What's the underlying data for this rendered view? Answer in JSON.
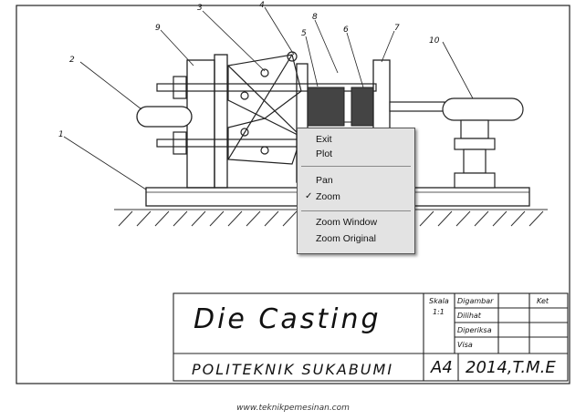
{
  "context_menu": {
    "items": [
      {
        "label": "Exit",
        "checked": false
      },
      {
        "label": "Plot",
        "checked": false
      },
      {
        "label": "Pan",
        "checked": false
      },
      {
        "label": "Zoom",
        "checked": true
      },
      {
        "label": "Zoom Window",
        "checked": false
      },
      {
        "label": "Zoom Original",
        "checked": false
      }
    ],
    "check_glyph": "✓"
  },
  "part_numbers": [
    "1",
    "2",
    "3",
    "4",
    "5",
    "6",
    "7",
    "8",
    "9",
    "10"
  ],
  "title_block": {
    "title": "Die Casting",
    "school": "POLITEKNIK SUKABUMI",
    "paper_size": "A4",
    "date_code": "2014,T.M.E",
    "scale_label": "Skala",
    "scale_value": "1:1",
    "rows": [
      "Digambar",
      "Dilihat",
      "Diperiksa",
      "Visa"
    ],
    "ket_label": "Ket"
  },
  "footer": "www.teknikpemesinan.com",
  "colors": {
    "line": "#1a1a1a",
    "hatch": "#333333",
    "menu_bg": "#e3e3e3"
  }
}
